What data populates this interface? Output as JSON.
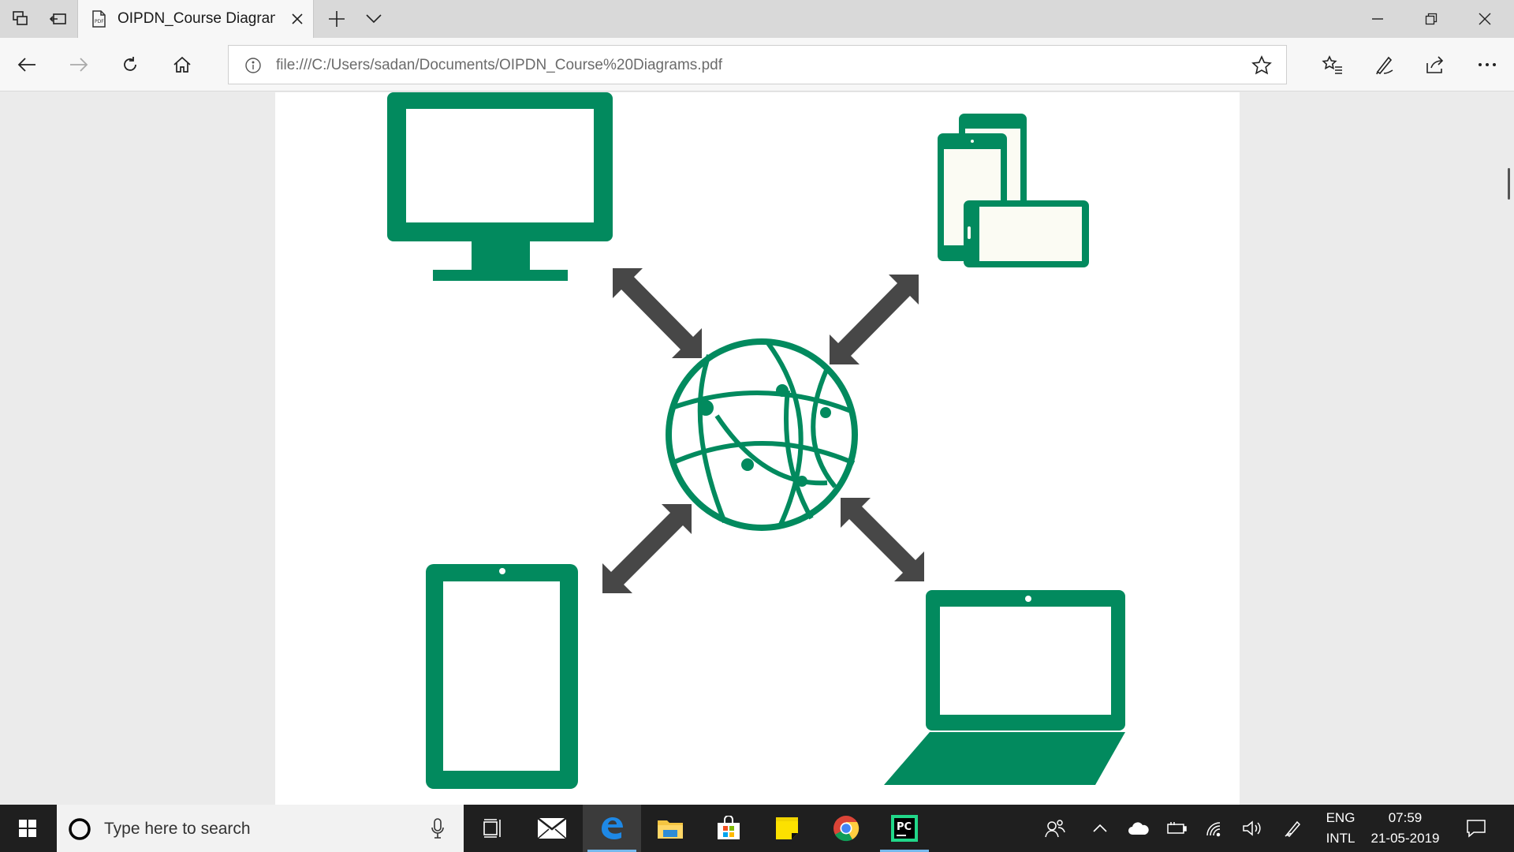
{
  "browser": {
    "tab": {
      "title": "OIPDN_Course Diagram"
    },
    "address": {
      "url": "file:///C:/Users/sadan/Documents/OIPDN_Course%20Diagrams.pdf"
    }
  },
  "colors": {
    "device_green": "#028a5e",
    "arrow_gray": "#474747",
    "screen_fill": "#fbfbf3"
  },
  "diagram": {
    "center": "globe-network-icon",
    "nodes": [
      "desktop-monitor-icon",
      "mobile-devices-icon",
      "tablet-icon",
      "laptop-icon"
    ],
    "links": [
      "bidirectional-arrow",
      "bidirectional-arrow",
      "bidirectional-arrow",
      "bidirectional-arrow"
    ]
  },
  "taskbar": {
    "search_placeholder": "Type here to search",
    "apps": [
      "task-view-icon",
      "mail-icon",
      "edge-icon",
      "file-explorer-icon",
      "store-icon",
      "sticky-notes-icon",
      "chrome-icon",
      "pycharm-icon"
    ],
    "active_app": "edge-icon",
    "pycharm_label": "PC",
    "tray": {
      "language_line1": "ENG",
      "language_line2": "INTL",
      "time": "07:59",
      "date": "21-05-2019"
    }
  }
}
